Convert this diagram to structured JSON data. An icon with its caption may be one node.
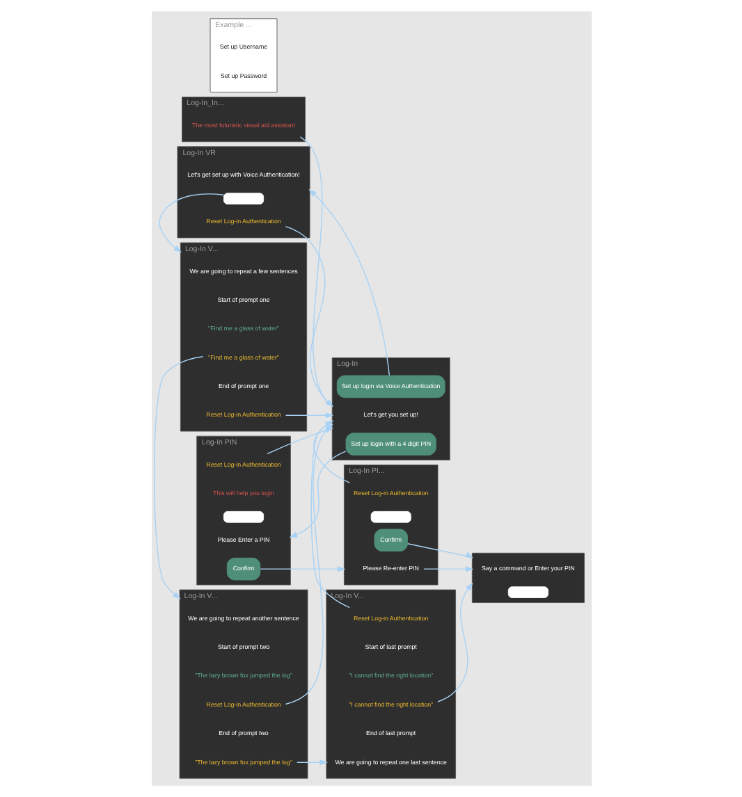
{
  "diagram": {
    "nodes": [
      {
        "text": [
          "Log-In_In..."
        ]
      },
      {
        "text": [
          "The most futuristic visual aid assistant"
        ],
        "in": 0
      },
      {
        "text": [
          "Log-In"
        ]
      },
      {
        "text": [
          "Let's get you set up!"
        ],
        "in": 2
      },
      {
        "text": [
          "Set up login via Voice Authentication"
        ],
        "in": 2
      },
      {
        "text": [
          "Set up login with a 4 digit PIN"
        ],
        "in": 2
      },
      {
        "text": [
          "Log-In VR"
        ]
      },
      {
        "text": [
          "Let's get set up with Voice Authentication!"
        ],
        "in": 6
      },
      {
        "text": [],
        "shape": "box",
        "in": 6
      },
      {
        "text": [
          "Reset Log-in Authentication"
        ],
        "in": 6
      },
      {
        "text": [
          "Log-In PIN"
        ]
      },
      {
        "text": [
          "Please Enter a PIN"
        ],
        "in": 10
      },
      {
        "text": [
          "This will help you login"
        ],
        "in": 10
      },
      {
        "text": [],
        "shape": "box",
        "in": 10
      },
      {
        "text": [
          "Confirm"
        ],
        "in": 10
      },
      {
        "text": [
          "Reset Log-in Authentication"
        ],
        "in": 10
      },
      {
        "text": [
          "Log-In PI..."
        ]
      },
      {
        "text": [
          "Please Re-enter PIN"
        ],
        "in": 16
      },
      {
        "text": [],
        "shape": "box",
        "in": 16
      },
      {
        "text": [
          "Confirm"
        ],
        "in": 16
      },
      {
        "text": [
          "Reset Log-in Authentication"
        ],
        "in": 16
      },
      {
        "text": [],
        "shape": "box"
      },
      {
        "text": [
          "Say a command or Enter your PIN"
        ],
        "in": 21
      },
      {
        "text": [],
        "shape": "box",
        "in": 21
      },
      {
        "text": [
          "Example ..."
        ]
      },
      {
        "text": [
          "Set up Username"
        ],
        "in": 24
      },
      {
        "text": [
          "Set up Password"
        ],
        "in": 24
      },
      {
        "text": [
          "Log-In V..."
        ]
      },
      {
        "text": [
          "We are going to repeat a few sentences"
        ],
        "in": 27
      },
      {
        "text": [
          "Start of prompt one"
        ],
        "in": 27
      },
      {
        "text": [
          "\"Find me a glass of water\""
        ],
        "in": 27
      },
      {
        "text": [
          "\"Find me a glass of water\""
        ],
        "in": 27
      },
      {
        "text": [
          "End of prompt one"
        ],
        "in": 27
      },
      {
        "text": [
          "Reset Log-in Authentication"
        ],
        "in": 27
      },
      {
        "text": [
          "Log-In V..."
        ]
      },
      {
        "text": [
          "We are going to repeat another sentence"
        ],
        "in": 34
      },
      {
        "text": [
          "Start of prompt two"
        ],
        "in": 34
      },
      {
        "text": [
          "\"The lazy brown fox jumped the log\""
        ],
        "in": 34
      },
      {
        "text": [
          "\"The lazy brown fox jumped the log\""
        ],
        "in": 34
      },
      {
        "text": [
          "End of prompt two"
        ],
        "in": 34
      },
      {
        "text": [
          "Reset Log-in Authentication"
        ],
        "in": 34
      },
      {
        "text": [
          "Log-In V..."
        ]
      },
      {
        "text": [
          "We are going to repeat one last sentence"
        ],
        "in": 41
      },
      {
        "text": [
          "Start of last prompt"
        ],
        "in": 41
      },
      {
        "text": [
          "\"I cannot find the right location\""
        ],
        "in": 41
      },
      {
        "text": [
          "\"I cannot find the right location\""
        ],
        "in": 41
      },
      {
        "text": [
          "End of last prompt"
        ],
        "in": 41
      },
      {
        "text": [
          "Reset Log-in Authentication"
        ],
        "in": 41
      }
    ],
    "edges": [
      {
        "from": 1,
        "to": 2,
        "arrow": "to"
      },
      {
        "from": 4,
        "to": 6,
        "arrow": "to"
      },
      {
        "from": 5,
        "to": 10,
        "arrow": "to"
      },
      {
        "from": 8,
        "to": 27,
        "arrow": "to"
      },
      {
        "from": 9,
        "to": 2,
        "arrow": "to"
      },
      {
        "from": 14,
        "to": 16,
        "arrow": "to"
      },
      {
        "from": 15,
        "to": 2,
        "arrow": "to"
      },
      {
        "from": 17,
        "to": 21,
        "arrow": "to"
      },
      {
        "from": 19,
        "to": 21,
        "arrow": "to"
      },
      {
        "from": 20,
        "to": 2,
        "arrow": "to"
      },
      {
        "from": 31,
        "to": 34,
        "arrow": "to"
      },
      {
        "from": 33,
        "to": 2,
        "arrow": "to"
      },
      {
        "from": 38,
        "to": 41,
        "arrow": "to"
      },
      {
        "from": 40,
        "to": 2,
        "arrow": "to"
      },
      {
        "from": 45,
        "to": 21,
        "arrow": "to"
      },
      {
        "from": 47,
        "to": 2,
        "arrow": "to"
      }
    ]
  }
}
